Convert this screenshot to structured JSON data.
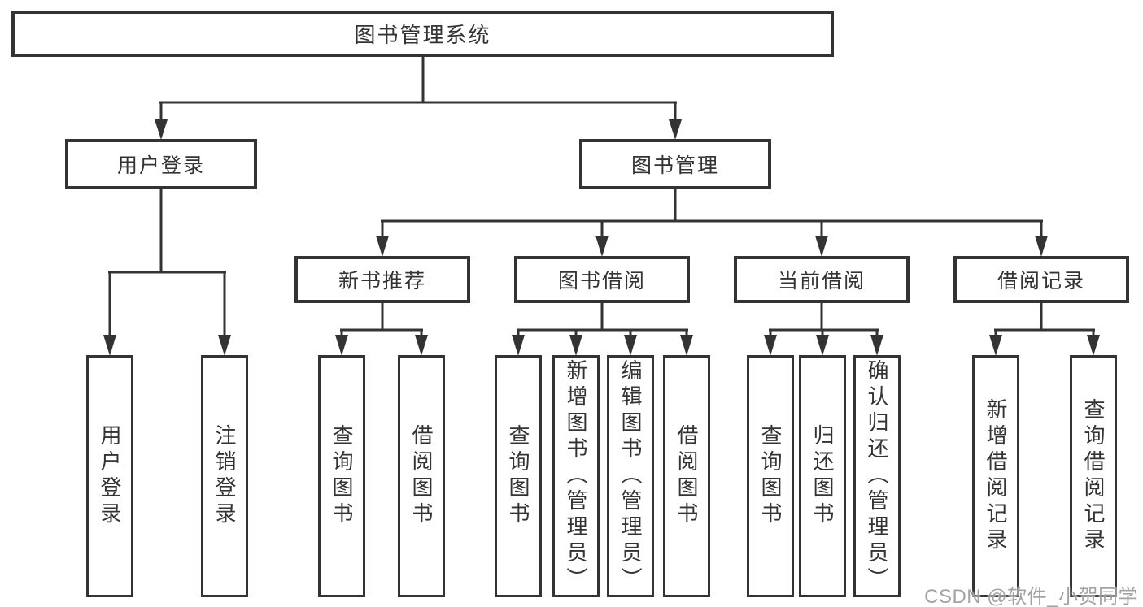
{
  "colors": {
    "background": "#ffffff",
    "line": "#333333",
    "box_border": "#333333",
    "text": "#333333",
    "watermark": "#9c9c9c"
  },
  "tree": {
    "label": "图书管理系统",
    "children": [
      {
        "label": "用户登录",
        "children": [
          {
            "label": "用户登录"
          },
          {
            "label": "注销登录"
          }
        ]
      },
      {
        "label": "图书管理",
        "children": [
          {
            "label": "新书推荐",
            "children": [
              {
                "label": "查询图书"
              },
              {
                "label": "借阅图书"
              }
            ]
          },
          {
            "label": "图书借阅",
            "children": [
              {
                "label": "查询图书"
              },
              {
                "label": "新增图书（管理员）"
              },
              {
                "label": "编辑图书（管理员）"
              },
              {
                "label": "借阅图书"
              }
            ]
          },
          {
            "label": "当前借阅",
            "children": [
              {
                "label": "查询图书"
              },
              {
                "label": "归还图书"
              },
              {
                "label": "确认归还（管理员）"
              }
            ]
          },
          {
            "label": "借阅记录",
            "children": [
              {
                "label": "新增借阅记录"
              },
              {
                "label": "查询借阅记录"
              }
            ]
          }
        ]
      }
    ]
  },
  "watermark": "CSDN @软件_小贺同学"
}
